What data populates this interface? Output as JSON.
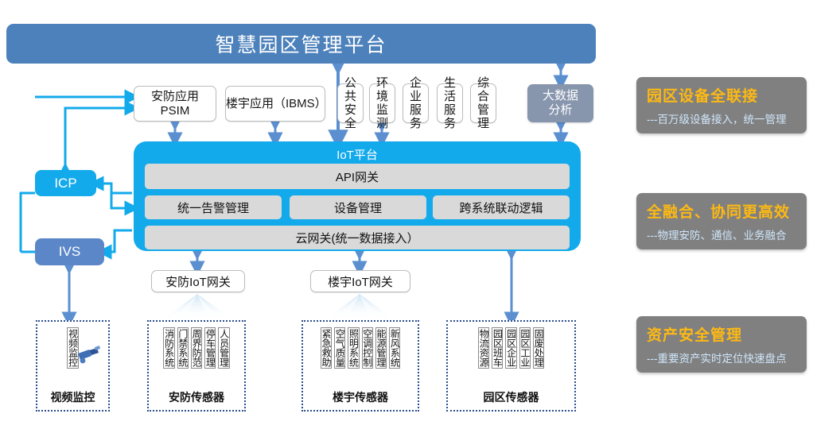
{
  "banner": {
    "title": "智慧园区管理平台"
  },
  "apps": {
    "psim": "安防应用\nPSIM",
    "psim_line1": "安防应用",
    "psim_line2": "PSIM",
    "ibms": "楼宇应用（IBMS）",
    "small": [
      {
        "name": "public-safety",
        "line1": "公共",
        "line2": "安全"
      },
      {
        "name": "environment-monitor",
        "line1": "环境",
        "line2": "监测"
      },
      {
        "name": "enterprise-service",
        "line1": "企业",
        "line2": "服务"
      },
      {
        "name": "life-service",
        "line1": "生活",
        "line2": "服务"
      },
      {
        "name": "integrated-management",
        "line1": "综合",
        "line2": "管理"
      }
    ],
    "bigdata_line1": "大数据",
    "bigdata_line2": "分析"
  },
  "iot": {
    "title": "IoT平台",
    "api": "API网关",
    "modules": [
      "统一告警管理",
      "设备管理",
      "跨系统联动逻辑"
    ],
    "cloud": "云网关(统一数据接入）"
  },
  "left": {
    "icp": "ICP",
    "ivs": "IVS"
  },
  "gateways": {
    "security": "安防IoT网关",
    "building": "楼宇IoT网关"
  },
  "sensor_groups": [
    {
      "name": "video-surveillance",
      "label": "视频监控",
      "items": [
        "视频监控"
      ]
    },
    {
      "name": "security-sensors",
      "label": "安防传感器",
      "items": [
        "消防系统",
        "门禁系统",
        "周界防范",
        "停车管理",
        "人员管理"
      ]
    },
    {
      "name": "building-sensors",
      "label": "楼宇传感器",
      "items": [
        "紧急救助",
        "空气质量",
        "照明系统",
        "空调控制",
        "能源管理",
        "新风系统"
      ]
    },
    {
      "name": "park-sensors",
      "label": "园区传感器",
      "items": [
        "物流资源",
        "园区班车",
        "园区企业",
        "园区工业",
        "固废处理"
      ]
    }
  ],
  "features": [
    {
      "title": "园区设备全联接",
      "subtitle": "---百万级设备接入，统一管理"
    },
    {
      "title": "全融合、协同更高效",
      "subtitle": "---物理安防、通信、业务融合"
    },
    {
      "title": "资产安全管理",
      "subtitle": "---重要资产实时定位快速盘点"
    }
  ],
  "colors": {
    "banner": "#4d81bb",
    "iot_platform": "#13aaeb",
    "icp": "#13aaeb",
    "ivs": "#5b87c8",
    "bigdata": "#8795ad",
    "module_gray": "#d9d9d9",
    "feature_card": "#808080",
    "feature_title": "#fdb913",
    "feature_subtitle": "#cfe6fb",
    "arrow_blue": "#5b8fd0",
    "arrow_cyan": "#13aaeb",
    "group_border": "#2a4d8f"
  }
}
